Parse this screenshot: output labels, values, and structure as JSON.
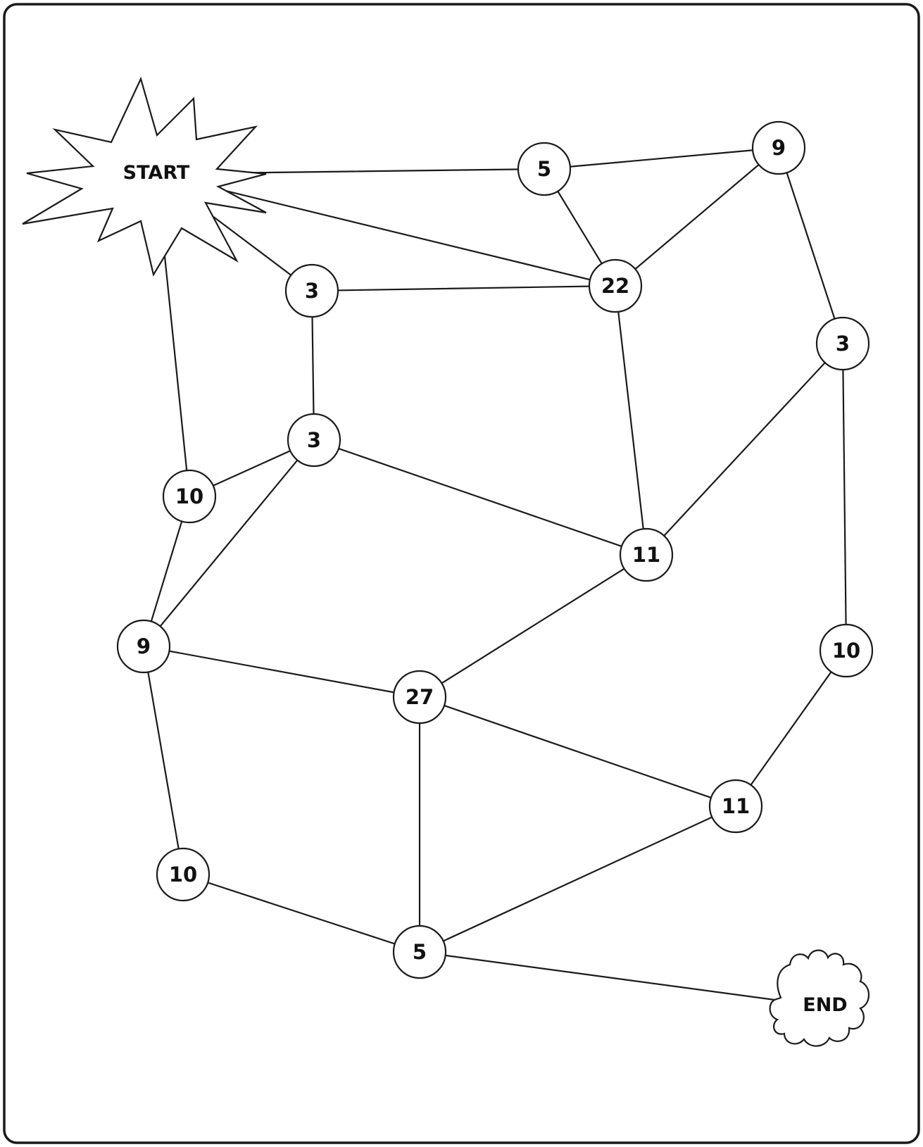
{
  "start": {
    "label": "START"
  },
  "end": {
    "label": "END"
  },
  "nodes": [
    {
      "id": "n5a",
      "value": "5"
    },
    {
      "id": "n9a",
      "value": "9"
    },
    {
      "id": "n3a",
      "value": "3"
    },
    {
      "id": "n22",
      "value": "22"
    },
    {
      "id": "n3b",
      "value": "3"
    },
    {
      "id": "n3c",
      "value": "3"
    },
    {
      "id": "n10a",
      "value": "10"
    },
    {
      "id": "n11a",
      "value": "11"
    },
    {
      "id": "n9b",
      "value": "9"
    },
    {
      "id": "n10b",
      "value": "10"
    },
    {
      "id": "n27",
      "value": "27"
    },
    {
      "id": "n11b",
      "value": "11"
    },
    {
      "id": "n10c",
      "value": "10"
    },
    {
      "id": "n5b",
      "value": "5"
    }
  ],
  "edges": [
    [
      "start",
      "n5a"
    ],
    [
      "start",
      "n22"
    ],
    [
      "start",
      "n3a"
    ],
    [
      "start",
      "n10a"
    ],
    [
      "n5a",
      "n9a"
    ],
    [
      "n5a",
      "n22"
    ],
    [
      "n9a",
      "n22"
    ],
    [
      "n9a",
      "n3b"
    ],
    [
      "n3a",
      "n22"
    ],
    [
      "n3a",
      "n3c"
    ],
    [
      "n22",
      "n11a"
    ],
    [
      "n3b",
      "n11a"
    ],
    [
      "n3b",
      "n10b"
    ],
    [
      "n3c",
      "n10a"
    ],
    [
      "n3c",
      "n9b"
    ],
    [
      "n3c",
      "n11a"
    ],
    [
      "n10a",
      "n9b"
    ],
    [
      "n11a",
      "n27"
    ],
    [
      "n9b",
      "n27"
    ],
    [
      "n9b",
      "n10c"
    ],
    [
      "n27",
      "n11b"
    ],
    [
      "n27",
      "n5b"
    ],
    [
      "n10b",
      "n11b"
    ],
    [
      "n11b",
      "n5b"
    ],
    [
      "n10c",
      "n5b"
    ],
    [
      "n5b",
      "end"
    ]
  ]
}
